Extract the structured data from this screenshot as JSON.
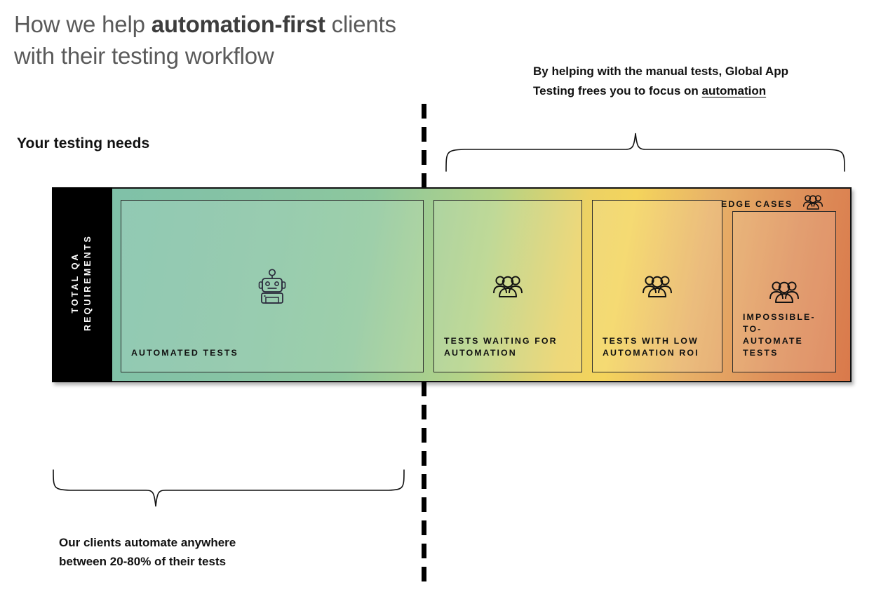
{
  "headline": {
    "line1_pre": "How we help ",
    "line1_bold": "automation-first",
    "line1_post": " clients",
    "line2": "with their testing workflow"
  },
  "top_caption": {
    "line1": "By helping with the manual tests, Global App",
    "line2_pre": "Testing frees you to focus on ",
    "line2_link": "automation"
  },
  "left_label": "Your testing needs",
  "bottom_caption": {
    "line1": "Our clients automate anywhere",
    "line2": "between 20-80% of their tests"
  },
  "bar": {
    "vertical_label_line1": "TOTAL QA",
    "vertical_label_line2": "REQUIREMENTS",
    "edge_cases_label": "EDGE CASES",
    "edge_cases_icon": "people-group-icon",
    "segments": [
      {
        "label": "AUTOMATED TESTS",
        "icon": "robot-icon"
      },
      {
        "label": "TESTS WAITING FOR\nAUTOMATION",
        "icon": "people-group-icon"
      },
      {
        "label": "TESTS WITH LOW\nAUTOMATION ROI",
        "icon": "people-group-icon"
      },
      {
        "label": "IMPOSSIBLE-TO-\nAUTOMATE TESTS",
        "icon": "people-group-icon"
      }
    ]
  },
  "colors": {
    "bar_start": "#7fc1a8",
    "bar_mid_green": "#8dc79d",
    "bar_yellow": "#f4d45c",
    "bar_end": "#d9794b",
    "black_block": "#000000",
    "headline_grey": "#5a5a5a",
    "text_black": "#111111"
  }
}
